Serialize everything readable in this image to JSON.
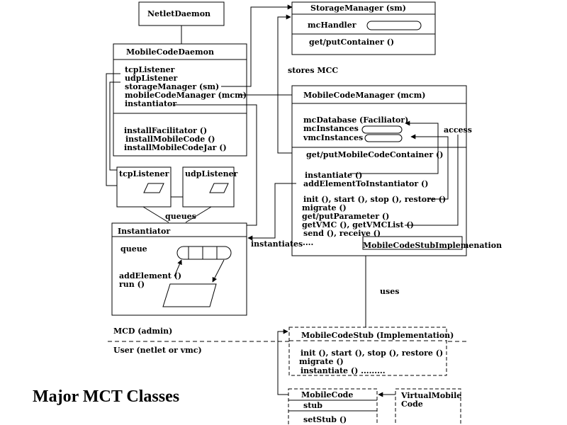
{
  "title": "Major MCT Classes",
  "netlet_daemon": {
    "name": "NetletDaemon"
  },
  "mobile_code_daemon": {
    "name": "MobileCodeDaemon",
    "attributes": [
      "tcpListener",
      "udpListener",
      "storageManager (sm)",
      "mobileCodeManager (mcm)",
      "instantiator"
    ],
    "methods": [
      "installFacilitator ()",
      "installMobileCode ()",
      "installMobileCodeJar ()"
    ]
  },
  "storage_manager": {
    "name": "StorageManager (sm)",
    "attribute": "mcHandler",
    "method": "get/putContainer ()"
  },
  "mobile_code_manager": {
    "name": "MobileCodeManager (mcm)",
    "attributes": [
      "mcDatabase   (Faciliator)",
      "mcInstances",
      "vmcInstances"
    ],
    "methods": [
      "get/putMobileCodeContainer ()",
      "instantiate ()",
      "addElementToInstantiator ()",
      "init (), start (), stop (), restore ()",
      "migrate ()",
      "get/putParameter ()",
      "getVMC (), getVMCList ()",
      "send (), receive ()",
      "...."
    ],
    "stub_impl_label": "MobileCodeStubImplemenation"
  },
  "tcp_listener": {
    "name": "tcpListener"
  },
  "udp_listener": {
    "name": "udpListener"
  },
  "instantiator": {
    "name": "Instantiator",
    "queue_label": "queue",
    "methods": [
      "addElement ()",
      "run ()"
    ]
  },
  "mobile_code_stub": {
    "name": "MobileCodeStub (Implementation)",
    "methods": [
      "init (), start (), stop (), restore ()",
      "migrate ()",
      "instantiate ()       ........."
    ]
  },
  "mobile_code": {
    "name": "MobileCode",
    "attribute": "stub",
    "method": "setStub ()"
  },
  "virtual_mobile_code": {
    "name_lines": [
      "VirtualMobile",
      "Code"
    ]
  },
  "labels": {
    "stores_mcc": "stores MCC",
    "access": "access",
    "queues": "queues",
    "instantiates": "instantiates",
    "uses": "uses",
    "mcd_admin": "MCD (admin)",
    "user": "User (netlet or vmc)"
  }
}
